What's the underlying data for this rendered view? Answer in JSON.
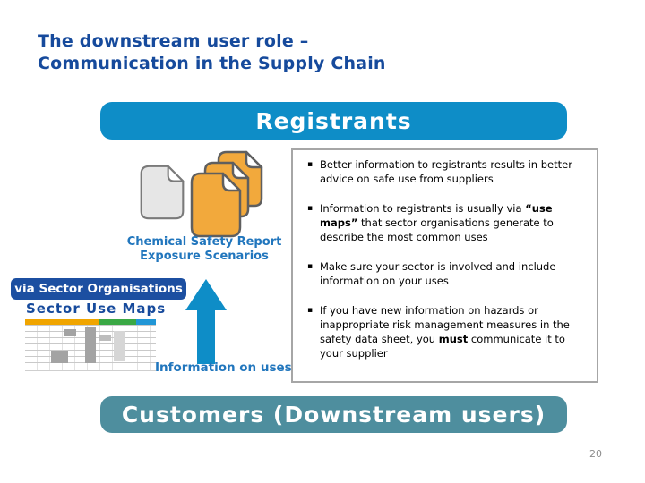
{
  "slide": {
    "title_line1": "The downstream user role –",
    "title_line2": "Communication in the Supply Chain",
    "page_number": "20"
  },
  "banners": {
    "registrants_label": "Registrants",
    "customers_label": "Customers (Downstream users)"
  },
  "diagram": {
    "csr_label_line1": "Chemical Safety Report",
    "csr_label_line2": "Exposure Scenarios",
    "via_sector_label": "via Sector Organisations",
    "sector_use_maps_label": "Sector Use Maps",
    "information_on_uses_label": "Information on uses",
    "document_icon": "document-with-folded-corner",
    "document_stack_icon": "stack-of-three-orange-documents",
    "arrow_icon": "up-arrow",
    "spreadsheet_icon": "use-map-spreadsheet-thumbnail"
  },
  "bullets": {
    "bullet_char": "▪",
    "items": [
      {
        "pre": "Better information to registrants results in better advice on safe use from suppliers",
        "bold": "",
        "post": ""
      },
      {
        "pre": "Information to registrants is usually via ",
        "bold": "“use maps”",
        "post": " that sector organisations generate to describe the most common uses"
      },
      {
        "pre": "Make sure your sector is involved and include information on your uses",
        "bold": "",
        "post": ""
      },
      {
        "pre": "If you have new information on hazards or inappropriate risk management measures in the safety data sheet, you ",
        "bold": "must",
        "post": " communicate it to your supplier"
      }
    ]
  },
  "colors": {
    "title_blue": "#164a9c",
    "registrants_blue": "#0e8dc7",
    "customers_teal": "#4e8e9e",
    "via_sector_blue": "#1c4fa1",
    "label_blue": "#2176bd",
    "doc_orange": "#f2a93c",
    "sheet_band_orange": "#f0a500",
    "sheet_band_green": "#3aa845",
    "sheet_band_blue": "#2196d6"
  }
}
